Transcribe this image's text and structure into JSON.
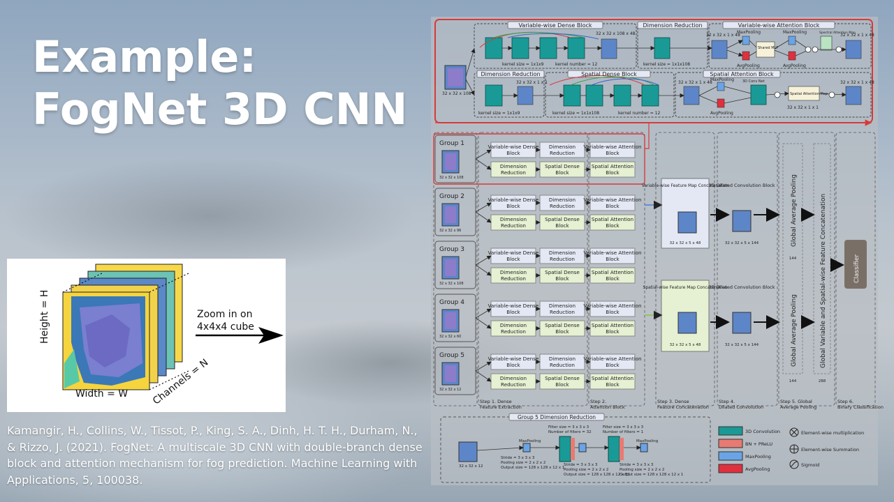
{
  "slide": {
    "title_line1": "Example:",
    "title_line2": "FogNet 3D CNN",
    "citation": "Kamangir, H., Collins, W., Tissot, P., King, S. A., Dinh, H. T. H., Durham, N., & Rizzo, J. (2021). FogNet: A multiscale 3D CNN with double-branch dense block and attention mechanism for fog prediction. Machine Learning with Applications, 5, 100038."
  },
  "inset": {
    "height_label": "Height = H",
    "width_label": "Width = W",
    "channels_label": "Channels = N",
    "zoom_line1": "Zoom in on",
    "zoom_line2": "4x4x4 cube"
  },
  "top_panel": {
    "vw_dense_block": "Variable-wise Dense Block",
    "dim_reduction_1": "Dimension Reduction",
    "vw_attention_block": "Variable-wise Attention Block",
    "dim_reduction_2": "Dimension Reduction",
    "spatial_dense_block": "Spatial Dense Block",
    "spatial_attention_block": "Spatial Attention Block",
    "kernel_1x1x9_a": "kernel size = 1x1x9",
    "kernel_num_12_a": "kernel number = 12",
    "kernel_1x1x108_a": "kernel size = 1x1x108",
    "kernel_1x1x9_b": "kernel size = 1x1x9",
    "kernel_1x1x108_b": "kernel size = 1x1x108",
    "kernel_num_12_b": "kernel number = 12",
    "size_108": "32 x 32 x 108",
    "size_108x48": "32 x 32 x 108 x 48",
    "size_1x48": "32 x 32 x 1 x 48",
    "size_1x1": "32 x 32 x 1 x 1",
    "size_1x48_b": "32 x 32 x 1 x 48",
    "maxpool": "MaxPooling",
    "avgpool": "AvgPooling",
    "shared_mlp": "Shared MLP",
    "spectral_attention_map": "Spectral Attention Map",
    "conv_3d_net": "3D Conv Net",
    "spatial_attention_map": "Spatial Attention Map",
    "size_1x1_b": "32 x 32 x 1 x 1"
  },
  "groups": [
    {
      "label": "Group 1",
      "size": "32 x 32 x 108"
    },
    {
      "label": "Group 2",
      "size": "32 x 32 x 96"
    },
    {
      "label": "Group 3",
      "size": "32 x 32 x 108"
    },
    {
      "label": "Group 4",
      "size": "32 x 32 x 60"
    },
    {
      "label": "Group 5",
      "size": "32 x 32 x 12"
    }
  ],
  "blocks": {
    "vw_dense": "Variable-wise Dense Block",
    "dim_red": "Dimension Reduction",
    "vw_att": "Variable-wise Attention Block",
    "sp_dense": "Spatial Dense Block",
    "sp_att": "Spatial Attention Block"
  },
  "concat": {
    "vw_concat": "Variable-wise Feature Map Concatenation",
    "sp_concat": "Spatial-wise Feature Map Concatenation",
    "concat_size_a": "32 x 32 x 5 x 48",
    "concat_size_b": "32 x 32 x 5 x 48",
    "dilated_a": "3D Dilated Convolution Block",
    "dilated_b": "3D Dilated Convolution Block",
    "dilated_size_a": "32 x 32 x 5 x 144",
    "dilated_size_b": "32 x 32 x 5 x 144",
    "gap_a": "Global Average Pooling",
    "gap_b": "Global Average Pooling",
    "gap_num_a": "144",
    "gap_num_b": "144",
    "global_concat": "Global Variable and Spatial-wise Feature Concatenation",
    "global_num": "288",
    "classifier": "Classifier"
  },
  "steps": [
    "Step 1. Dense Feature Extraction",
    "Step 2. Attention Block",
    "Step 3. Dense Feature Concatenation",
    "Step 4. Dilated Convolution",
    "Step 5. Global Average Pooling",
    "Step 6. Binary Classification"
  ],
  "g5": {
    "title": "Group 5 Dimension Reduction",
    "input_size": "32 x 32 x 12",
    "maxpool_a": "MaxPooling",
    "maxpool_b": "MaxPooling",
    "filter_a": "Filter size = 3 x 3 x 3",
    "filters_a": "Number of filters = 32",
    "filter_b": "Filter size = 3 x 3 x 3",
    "filters_b": "Number of filters = 1",
    "stride_a": "Stride = 3 x 3 x 3",
    "pool_a": "Pooling size = 2 x 2 x 2",
    "out_a": "Output size = 128 x 128 x 12 x 1",
    "stride_b": "Stride = 3 x 3 x 3",
    "pool_b": "Pooling size = 2 x 2 x 2",
    "out_b": "Output size = 128 x 128 x 12 x 32",
    "stride_c": "Stride = 3 x 3 x 3",
    "pool_c": "Pooling size = 2 x 2 x 2",
    "out_c": "Output size = 128 x 128 x 12 x 1"
  },
  "legend": {
    "conv3d": "3D Convolution",
    "bn_prelu": "BN + PReLU",
    "maxpool": "MaxPooling",
    "avgpool": "AvgPooling",
    "elem_mult": "Element-wise multiplication",
    "elem_sum": "Element-wise Summation",
    "sigmoid": "Sigmoid"
  },
  "colors": {
    "conv3d": "#1a9a96",
    "bn_prelu": "#e77a72",
    "maxpool": "#6aa4e6",
    "avgpool": "#e0303e",
    "arrow_red": "#d63a3a",
    "block_blue": "#e3e8f4",
    "block_green": "#e6f0d2"
  }
}
